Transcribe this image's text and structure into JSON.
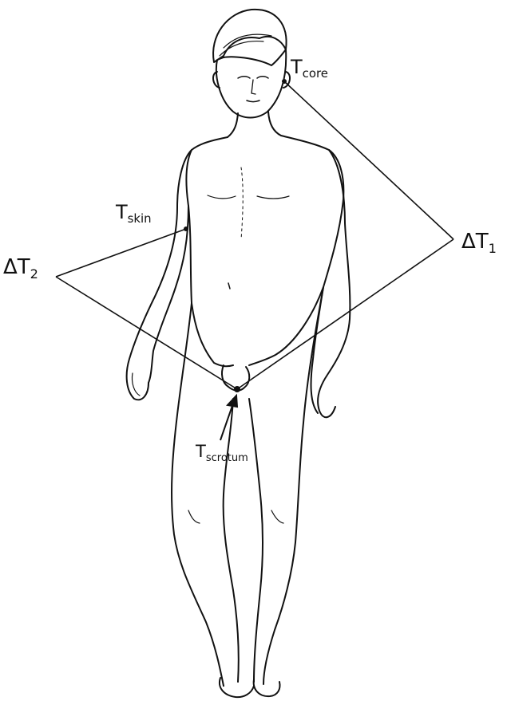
{
  "labels": {
    "t_core": {
      "base": "T",
      "sub": "core"
    },
    "t_skin": {
      "base": "T",
      "sub": "skin"
    },
    "t_scrotum": {
      "base": "T",
      "sub": "scrotum"
    },
    "delta_t1": {
      "base": "ΔT",
      "sub": "1"
    },
    "delta_t2": {
      "base": "ΔT",
      "sub": "2"
    }
  },
  "colors": {
    "ink": "#111111",
    "skin_fill": "#ffffff"
  },
  "figure": "standing nude male line drawing"
}
